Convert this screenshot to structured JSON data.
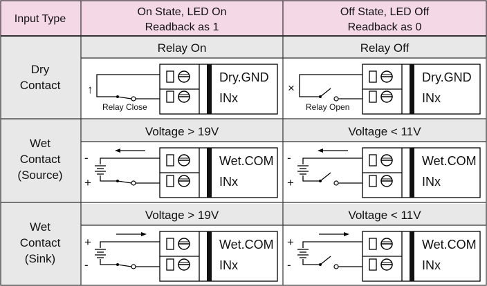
{
  "header": {
    "col1": "Input Type",
    "col2_line1": "On State, LED On",
    "col2_line2": "Readback as 1",
    "col3_line1": "Off State, LED Off",
    "col3_line2": "Readback as 0"
  },
  "rows": [
    {
      "label": [
        "Dry",
        "Contact"
      ],
      "on_title": "Relay On",
      "off_title": "Relay Off",
      "terminal_top": "Dry.GND",
      "terminal_bottom": "INx",
      "on_caption": "Relay Close",
      "off_caption": "Relay Open"
    },
    {
      "label": [
        "Wet",
        "Contact",
        "(Source)"
      ],
      "on_title": "Voltage > 19V",
      "off_title": "Voltage < 11V",
      "terminal_top": "Wet.COM",
      "terminal_bottom": "INx",
      "polarity_top": "-",
      "polarity_bottom": "+"
    },
    {
      "label": [
        "Wet",
        "Contact",
        "(Sink)"
      ],
      "on_title": "Voltage > 19V",
      "off_title": "Voltage < 11V",
      "terminal_top": "Wet.COM",
      "terminal_bottom": "INx",
      "polarity_top": "+",
      "polarity_bottom": "-"
    }
  ],
  "colors": {
    "header_bg": "#f5d8e6",
    "subheader_bg": "#e8e8e8",
    "line": "#333333"
  }
}
